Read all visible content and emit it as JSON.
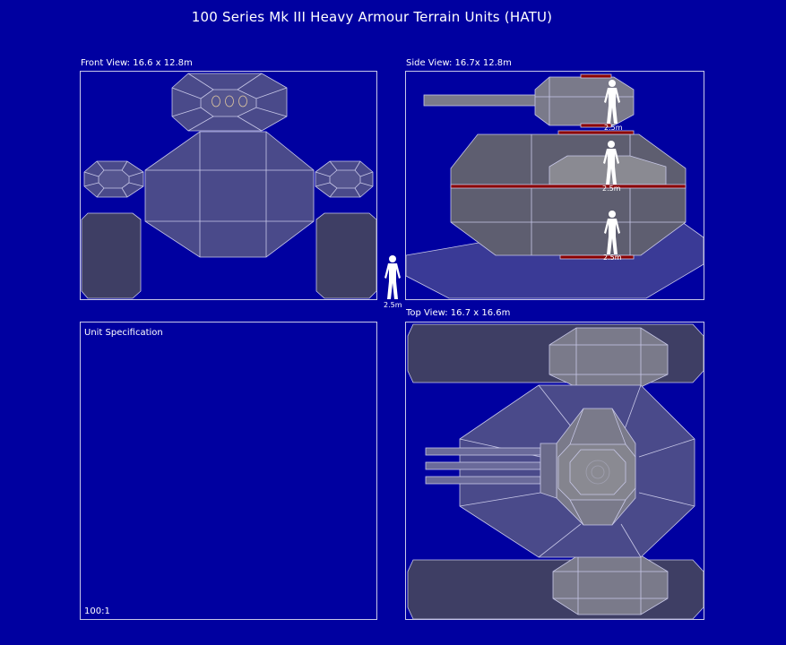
{
  "title": "100 Series Mk III Heavy Armour Terrain Units (HATU)",
  "front_view": {
    "label": "Front View: 16.6 x 12.8m"
  },
  "side_view": {
    "label": "Side View: 16.7x 12.8m"
  },
  "top_view": {
    "label": "Top View: 16.7 x 16.6m"
  },
  "spec": {
    "title": "Unit Specification",
    "scale": "100:1"
  },
  "human_scale": {
    "label": "2.5m"
  },
  "colors": {
    "background": "#0000a0",
    "hull_fill": "#4a4a8a",
    "hull_stroke": "#c8c8e8",
    "highlight_fill": "#7a7a8a",
    "marker_red": "#8b0000",
    "human": "#ffffff"
  }
}
